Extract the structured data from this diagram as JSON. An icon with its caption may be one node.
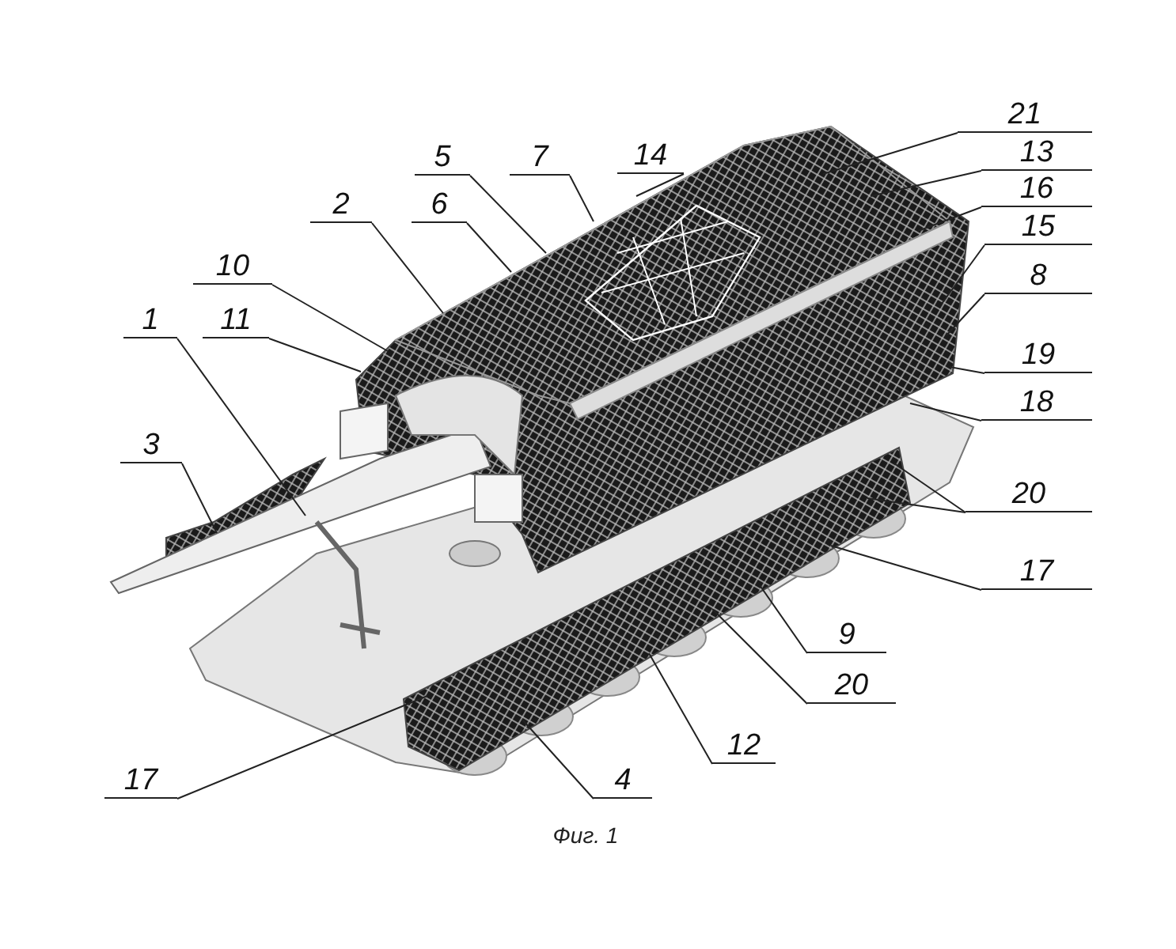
{
  "diagram": {
    "caption": "Фиг. 1",
    "nodes": [
      {
        "text": [
          "21"
        ]
      },
      {
        "text": [
          "5"
        ]
      },
      {
        "text": [
          "7"
        ]
      },
      {
        "text": [
          "14"
        ]
      },
      {
        "text": [
          "13"
        ]
      },
      {
        "text": [
          "2"
        ]
      },
      {
        "text": [
          "6"
        ]
      },
      {
        "text": [
          "16"
        ]
      },
      {
        "text": [
          "15"
        ]
      },
      {
        "text": [
          "10"
        ]
      },
      {
        "text": [
          "8"
        ]
      },
      {
        "text": [
          "1"
        ]
      },
      {
        "text": [
          "11"
        ]
      },
      {
        "text": [
          "19"
        ]
      },
      {
        "text": [
          "18"
        ]
      },
      {
        "text": [
          "3"
        ]
      },
      {
        "text": [
          "20"
        ]
      },
      {
        "text": [
          "17"
        ]
      },
      {
        "text": [
          "9"
        ]
      },
      {
        "text": [
          "20"
        ]
      },
      {
        "text": [
          "12"
        ]
      },
      {
        "text": [
          "17"
        ]
      },
      {
        "text": [
          "4"
        ]
      }
    ],
    "edges": [
      {
        "from": 0,
        "to": null,
        "arrow": "none"
      },
      {
        "from": 1,
        "to": null,
        "arrow": "none"
      },
      {
        "from": 2,
        "to": null,
        "arrow": "none"
      },
      {
        "from": 3,
        "to": null,
        "arrow": "none"
      },
      {
        "from": 4,
        "to": null,
        "arrow": "none"
      },
      {
        "from": 5,
        "to": null,
        "arrow": "none"
      },
      {
        "from": 6,
        "to": null,
        "arrow": "none"
      },
      {
        "from": 7,
        "to": null,
        "arrow": "none"
      },
      {
        "from": 8,
        "to": null,
        "arrow": "none"
      },
      {
        "from": 9,
        "to": null,
        "arrow": "none"
      },
      {
        "from": 10,
        "to": null,
        "arrow": "none"
      },
      {
        "from": 11,
        "to": null,
        "arrow": "none"
      },
      {
        "from": 12,
        "to": null,
        "arrow": "none"
      },
      {
        "from": 13,
        "to": null,
        "arrow": "none"
      },
      {
        "from": 14,
        "to": null,
        "arrow": "none"
      },
      {
        "from": 15,
        "to": null,
        "arrow": "none"
      },
      {
        "from": 16,
        "to": null,
        "arrow": "none"
      },
      {
        "from": 16,
        "to": null,
        "arrow": "none"
      },
      {
        "from": 17,
        "to": null,
        "arrow": "none"
      },
      {
        "from": 18,
        "to": null,
        "arrow": "none"
      },
      {
        "from": 19,
        "to": null,
        "arrow": "none"
      },
      {
        "from": 20,
        "to": null,
        "arrow": "none"
      },
      {
        "from": 21,
        "to": null,
        "arrow": "none"
      },
      {
        "from": 22,
        "to": null,
        "arrow": "none"
      }
    ]
  }
}
